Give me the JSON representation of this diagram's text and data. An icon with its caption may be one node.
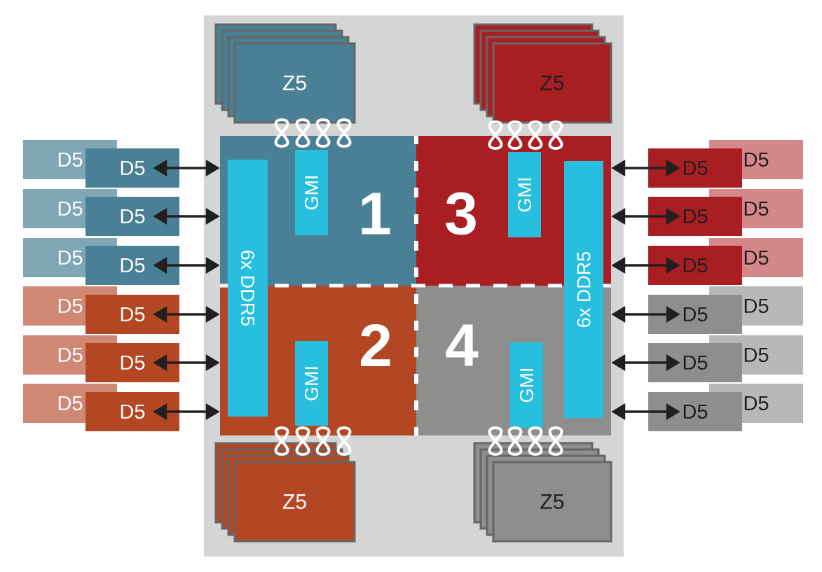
{
  "diagram": {
    "nodes": [
      {
        "text": [],
        "shape": "box"
      },
      {
        "text": [
          "Z5"
        ],
        "in": 0
      },
      {
        "text": [
          "Z5"
        ],
        "in": 0
      },
      {
        "text": [
          "1"
        ],
        "in": 0
      },
      {
        "text": [
          "GMI"
        ],
        "in": 3
      },
      {
        "text": [
          "3"
        ],
        "in": 0
      },
      {
        "text": [
          "GMI"
        ],
        "in": 5
      },
      {
        "text": [
          "6x DDR5"
        ],
        "in": 0
      },
      {
        "text": [
          "6x DDR5"
        ],
        "in": 0
      },
      {
        "text": [
          "2"
        ],
        "in": 0
      },
      {
        "text": [
          "GMI"
        ],
        "in": 9
      },
      {
        "text": [
          "4"
        ],
        "in": 0
      },
      {
        "text": [
          "GMI"
        ],
        "in": 11
      },
      {
        "text": [
          "Z5"
        ],
        "in": 0
      },
      {
        "text": [
          "Z5"
        ],
        "in": 0
      },
      {
        "text": [
          "D5"
        ]
      },
      {
        "text": [
          "D5"
        ]
      },
      {
        "text": [
          "D5"
        ]
      },
      {
        "text": [
          "D5"
        ]
      },
      {
        "text": [
          "D5"
        ]
      },
      {
        "text": [
          "D5"
        ]
      },
      {
        "text": [
          "D5"
        ]
      },
      {
        "text": [
          "D5"
        ]
      },
      {
        "text": [
          "D5"
        ]
      },
      {
        "text": [
          "D5"
        ]
      },
      {
        "text": [
          "D5"
        ]
      },
      {
        "text": [
          "D5"
        ]
      },
      {
        "text": [
          "D5"
        ]
      },
      {
        "text": [
          "D5"
        ]
      },
      {
        "text": [
          "D5"
        ]
      },
      {
        "text": [
          "D5"
        ]
      },
      {
        "text": [
          "D5"
        ]
      },
      {
        "text": [
          "D5"
        ]
      },
      {
        "text": [
          "D5"
        ]
      },
      {
        "text": [
          "D5"
        ]
      },
      {
        "text": [
          "D5"
        ]
      },
      {
        "text": [
          "D5"
        ]
      },
      {
        "text": [
          "D5"
        ]
      },
      {
        "text": [
          "D5"
        ]
      }
    ],
    "edges": [
      {
        "from": 16,
        "to": 3,
        "arrow": "both"
      },
      {
        "from": 17,
        "to": 5,
        "arrow": "both"
      },
      {
        "from": 20,
        "to": 3,
        "arrow": "both"
      },
      {
        "from": 21,
        "to": 5,
        "arrow": "both"
      },
      {
        "from": 24,
        "to": 3,
        "arrow": "both"
      },
      {
        "from": 25,
        "to": 5,
        "arrow": "both"
      },
      {
        "from": 28,
        "to": 9,
        "arrow": "both"
      },
      {
        "from": 29,
        "to": 11,
        "arrow": "both"
      },
      {
        "from": 32,
        "to": 9,
        "arrow": "both"
      },
      {
        "from": 33,
        "to": 11,
        "arrow": "both"
      },
      {
        "from": 36,
        "to": 9,
        "arrow": "both"
      },
      {
        "from": 37,
        "to": 11,
        "arrow": "both"
      }
    ]
  }
}
